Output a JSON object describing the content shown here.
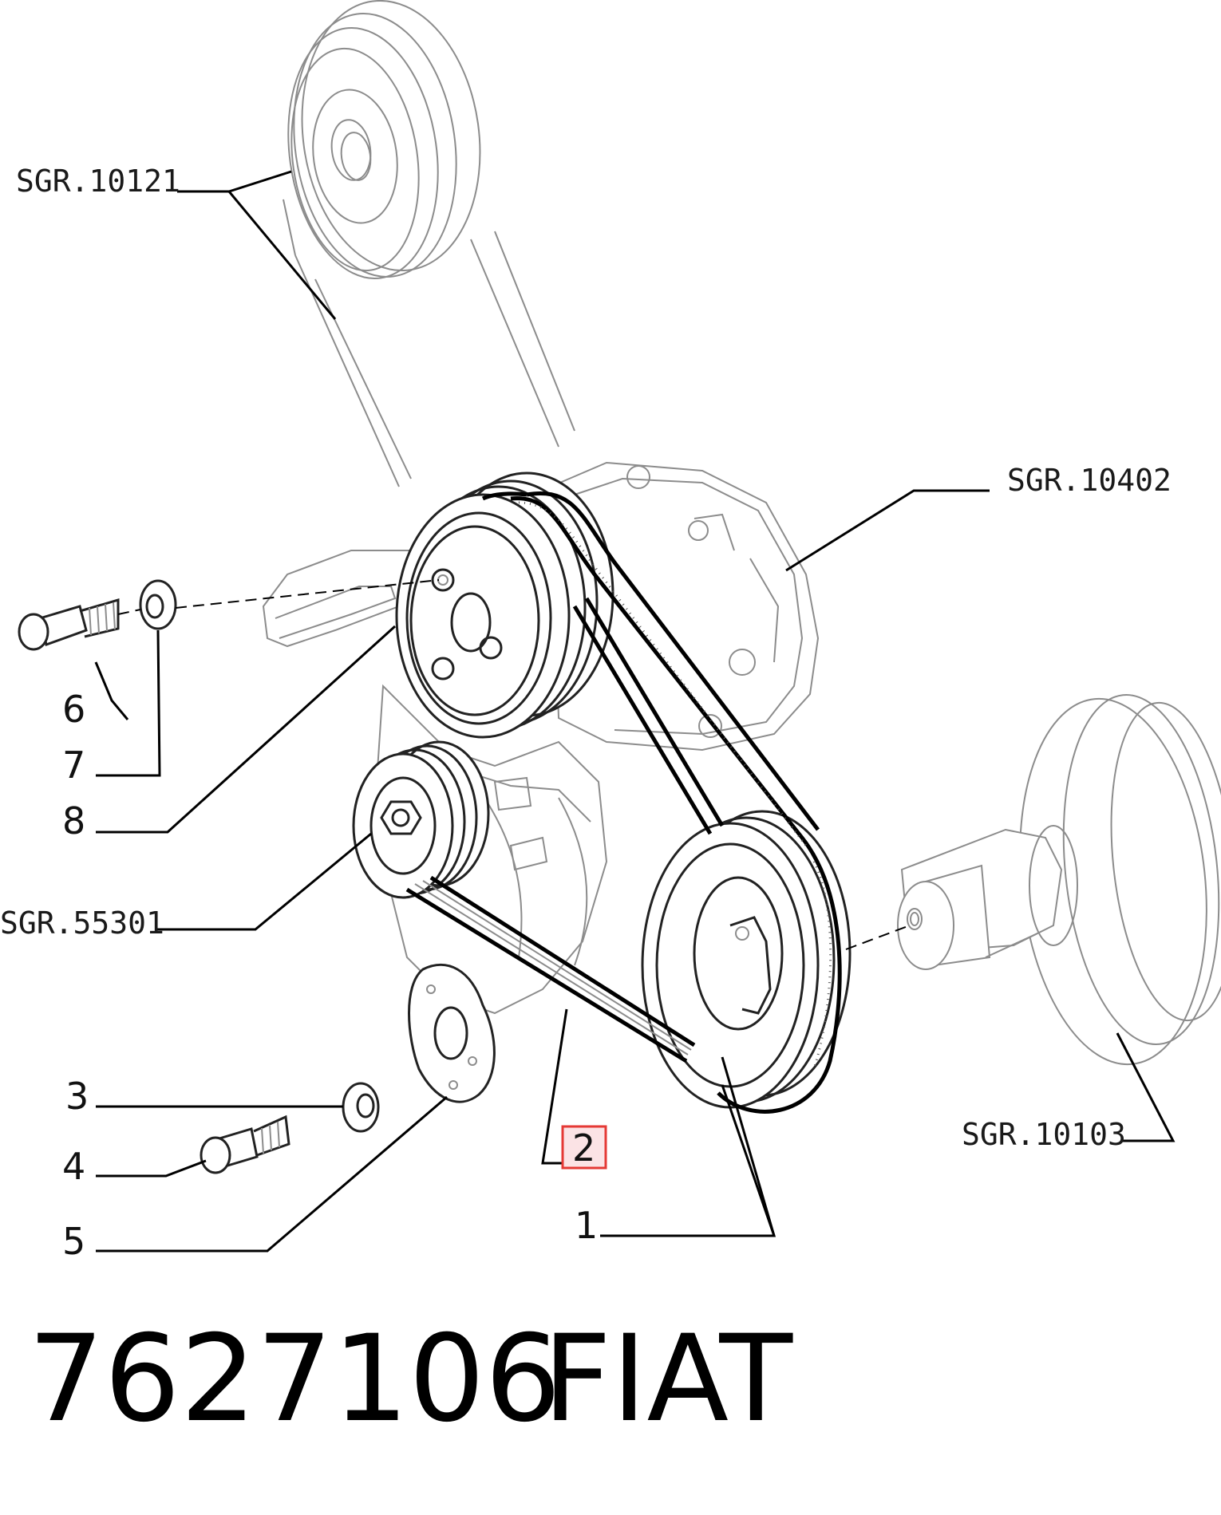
{
  "references": {
    "sgr_10121": "SGR.10121",
    "sgr_10402": "SGR.10402",
    "sgr_55301": "SGR.55301",
    "sgr_10103": "SGR.10103"
  },
  "callouts": {
    "c1": "1",
    "c2": "2",
    "c3": "3",
    "c4": "4",
    "c5": "5",
    "c6": "6",
    "c7": "7",
    "c8": "8"
  },
  "highlight_color": "#e53935",
  "footer": {
    "part_number": "7627106",
    "brand": "FIAT"
  }
}
